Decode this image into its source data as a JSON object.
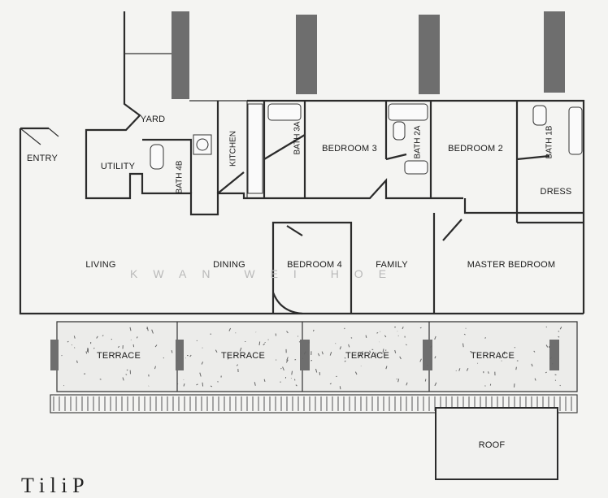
{
  "plan": {
    "rooms": {
      "entry": "ENTRY",
      "utility": "UTILITY",
      "yard": "YARD",
      "bath4b": "BATH 4B",
      "kitchen": "KITCHEN",
      "bath3a": "BATH 3A",
      "bedroom3": "BEDROOM 3",
      "bath2a": "BATH 2A",
      "bedroom2": "BEDROOM 2",
      "bath1b": "BATH 1B",
      "dress": "DRESS",
      "living": "LIVING",
      "dining": "DINING",
      "bedroom4": "BEDROOM 4",
      "family": "FAMILY",
      "master_bedroom": "MASTER BEDROOM",
      "terrace_1": "TERRACE",
      "terrace_2": "TERRACE",
      "terrace_3": "TERRACE",
      "terrace_4": "TERRACE",
      "roof": "ROOF"
    },
    "watermark": "KWAN WEI HOE",
    "footer_fragment": "T  i  l  i          P"
  }
}
